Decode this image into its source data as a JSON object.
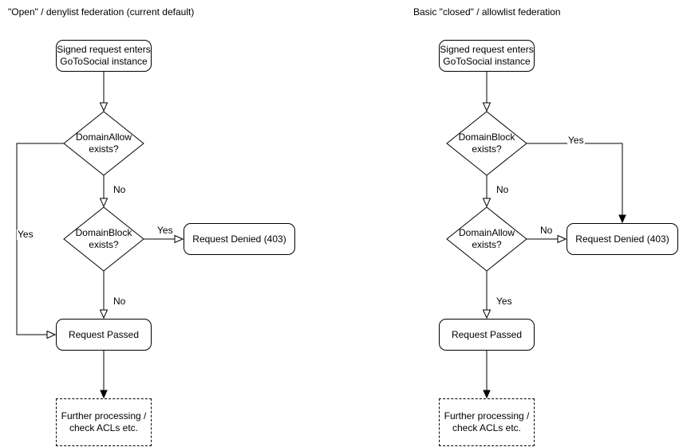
{
  "left": {
    "title": "\"Open\" / denylist federation (current default)",
    "nodes": {
      "start": "Signed request enters\nGoToSocial instance",
      "decision_allow": "DomainAllow\nexists?",
      "decision_block": "DomainBlock\nexists?",
      "denied": "Request Denied (403)",
      "passed": "Request Passed",
      "further": "Further processing /\ncheck ACLs etc."
    },
    "edge_labels": {
      "allow_yes": "Yes",
      "allow_no": "No",
      "block_yes": "Yes",
      "block_no": "No"
    }
  },
  "right": {
    "title": "Basic \"closed\" / allowlist federation",
    "nodes": {
      "start": "Signed request enters\nGoToSocial instance",
      "decision_block": "DomainBlock\nexists?",
      "decision_allow": "DomainAllow\nexists?",
      "denied": "Request Denied (403)",
      "passed": "Request Passed",
      "further": "Further processing /\ncheck ACLs etc."
    },
    "edge_labels": {
      "block_yes": "Yes",
      "block_no": "No",
      "allow_no": "No",
      "allow_yes": "Yes"
    }
  },
  "colors": {
    "stroke": "#000000",
    "text": "#000000",
    "background": "#ffffff"
  }
}
